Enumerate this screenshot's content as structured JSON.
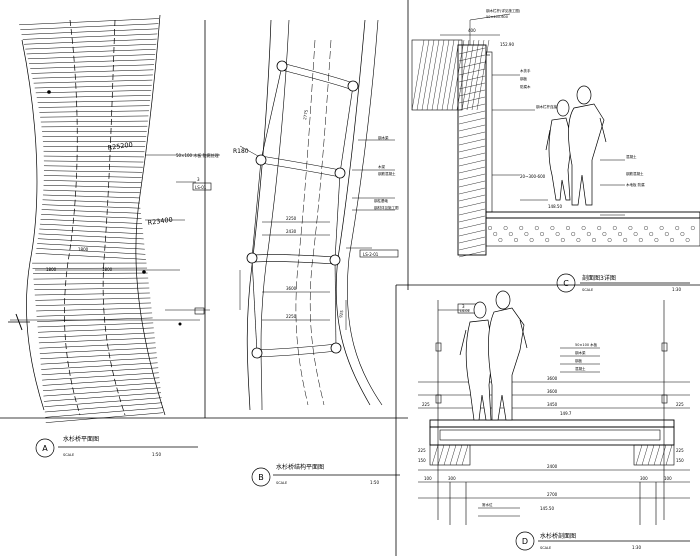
{
  "panel_a": {
    "circle": "A",
    "title": "水杉桥平面图",
    "scale_label": "SCALE",
    "scale": "1:50",
    "radius_1": "R25200",
    "radius_2": "R23400",
    "width_1": "1800",
    "width_2": "1800",
    "center_dim": "1800",
    "deck_spec": "50×100 木板 防腐处理",
    "callout_num": "3",
    "callout_ref": "LS-01"
  },
  "panel_b": {
    "circle": "B",
    "title": "水杉桥结构平面图",
    "scale_label": "SCALE",
    "scale": "1:50",
    "radius": "R180",
    "dim_a": "2250",
    "dim_b": "2430",
    "dim_c": "3600",
    "dim_d": "2250",
    "side_dim": "2775",
    "dim_e": "925",
    "callout_ref": "LS-2-01",
    "note_1": "钢木梁",
    "note_2": "木梁",
    "note_3": "钢筋混凝土",
    "note_4": "钢柱基础",
    "note_5": "钢材详见施工图"
  },
  "panel_c": {
    "circle": "C",
    "title": "剖面图3详图",
    "scale_label": "SCALE",
    "scale": "1:30",
    "top_note_1": "钢木栏杆(详见施工图)",
    "top_note_2": "50×400-600",
    "dim_top": "400",
    "elev_top": "152.90",
    "dim_mid": "20~300-600",
    "elev_mid": "148.50",
    "note_1": "木扶手",
    "note_2": "钢板",
    "note_3": "防腐木",
    "note_4": "钢木栏杆连接",
    "note_5": "混凝土",
    "note_6": "钢筋混凝土",
    "note_7": "木地板 防腐"
  },
  "panel_d": {
    "circle": "D",
    "title": "水杉桥剖面图",
    "scale_label": "SCALE",
    "scale": "1:30",
    "callout_num": "3",
    "callout_ref": "LS-01",
    "total_width": "3600",
    "deck_width": "3600",
    "inner_width": "3450",
    "dim_left": "225",
    "dim_right": "225",
    "elev_deck": "149.7",
    "side_l1": "225",
    "side_l2": "150",
    "side_r1": "225",
    "side_r2": "150",
    "base_left": "300",
    "base_right": "300",
    "lower_dim": "2400",
    "lower_dim2": "2700",
    "pier_dim_l": "100",
    "pier_dim_r": "100",
    "note_1": "50×100 木板",
    "note_2": "钢木梁",
    "note_3": "钢板",
    "note_4": "混凝土",
    "water_label": "常水位",
    "water_elev": "145.50"
  },
  "colors": {
    "line": "#000000",
    "paper": "#ffffff"
  }
}
